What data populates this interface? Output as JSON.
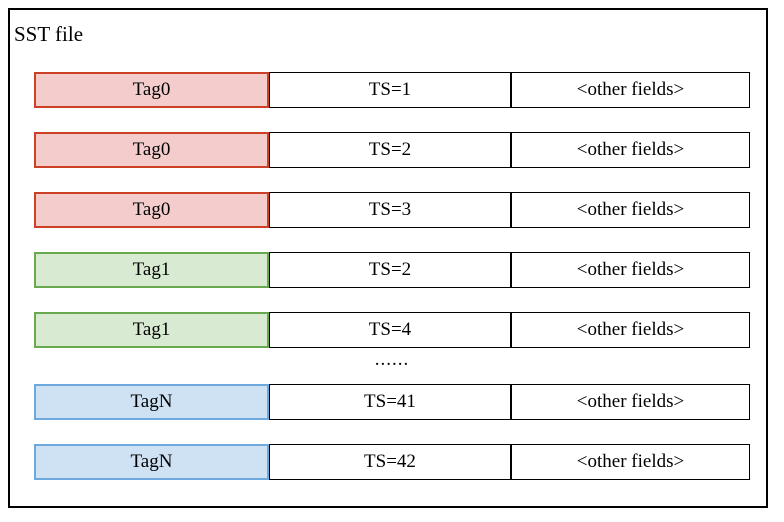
{
  "title": "SST file",
  "ellipsis": "......",
  "dots_after_index": 4,
  "rows": [
    {
      "tag": "Tag0",
      "ts": "TS=1",
      "other": "<other fields>",
      "color": "red"
    },
    {
      "tag": "Tag0",
      "ts": "TS=2",
      "other": "<other fields>",
      "color": "red"
    },
    {
      "tag": "Tag0",
      "ts": "TS=3",
      "other": "<other fields>",
      "color": "red"
    },
    {
      "tag": "Tag1",
      "ts": "TS=2",
      "other": "<other fields>",
      "color": "green"
    },
    {
      "tag": "Tag1",
      "ts": "TS=4",
      "other": "<other fields>",
      "color": "green"
    },
    {
      "tag": "TagN",
      "ts": "TS=41",
      "other": "<other fields>",
      "color": "blue"
    },
    {
      "tag": "TagN",
      "ts": "TS=42",
      "other": "<other fields>",
      "color": "blue"
    }
  ],
  "colors": {
    "red_bg": "#f4cccc",
    "red_border": "#cc4125",
    "green_bg": "#d9ead3",
    "green_border": "#6aa84f",
    "blue_bg": "#cfe2f3",
    "blue_border": "#6fa8dc"
  }
}
